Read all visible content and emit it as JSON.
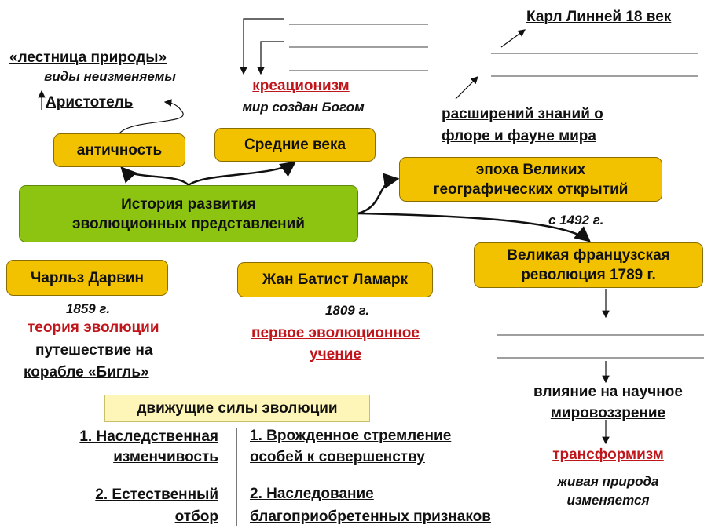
{
  "antiquity": {
    "box": "античность",
    "ladder": "«лестница природы»",
    "species": "виды неизменяемы",
    "aristotle": "Аристотель"
  },
  "middle_ages": {
    "box": "Средние века",
    "term": "креационизм",
    "desc": "мир создан Богом"
  },
  "central": {
    "line1": "История развития",
    "line2": "эволюционных представлений"
  },
  "discoveries": {
    "line1": "эпоха Великих",
    "line2": "географических открытий",
    "date": "с 1492 г.",
    "expansion1": "расширений знаний о",
    "expansion2": "флоре и фауне мира",
    "linnaeus": "Карл Линней 18 век"
  },
  "revolution": {
    "line1": "Великая французская",
    "line2": "революция 1789 г.",
    "influence1": "влияние на научное",
    "influence2": "мировоззрение",
    "term": "трансформизм",
    "desc1": "живая природа",
    "desc2": "изменяется"
  },
  "darwin": {
    "box": "Чарльз Дарвин",
    "year": "1859 г.",
    "theory": "теория эволюции",
    "voyage1": "путешествие на",
    "voyage2": "корабле «Бигль»"
  },
  "lamarck": {
    "box": "Жан Батист Ламарк",
    "year": "1809 г.",
    "teaching1": "первое эволюционное",
    "teaching2": "учение"
  },
  "forces": {
    "title": "движущие силы эволюции",
    "darwin": [
      {
        "l1": "1. Наследственная",
        "l2": "изменчивость"
      },
      {
        "l1": "2. Естественный",
        "l2": "отбор"
      }
    ],
    "lamarck": [
      {
        "l1": "1. Врожденное стремление",
        "l2": "особей к совершенству"
      },
      {
        "l1": "2. Наследование",
        "l2": "благоприобретенных признаков"
      }
    ]
  }
}
